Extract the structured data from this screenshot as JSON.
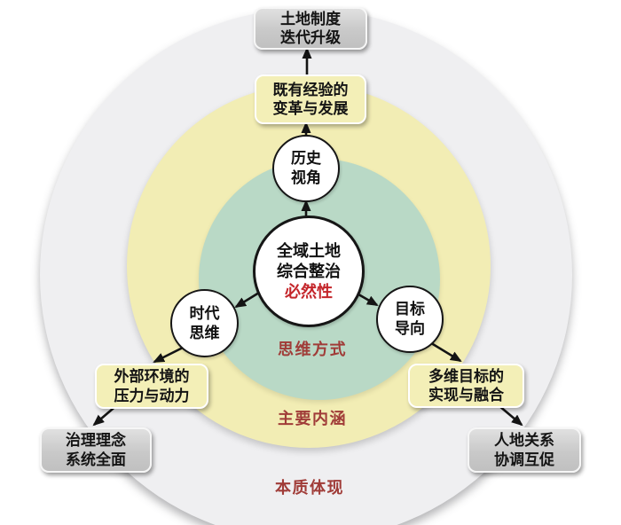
{
  "colors": {
    "outer_ring": "#efeff1",
    "middle_ring": "#f2edb4",
    "inner_ring": "#b9d9c6",
    "highlight_red": "#c4262b",
    "ring_label_red": "#a03c38",
    "yellow_box": "#f3efb7",
    "gray_box": "#c9c9c9",
    "arrow_color": "#141414"
  },
  "center_circle": {
    "line1": "全域土地",
    "line2": "综合整治",
    "line3": "必然性"
  },
  "satellites": {
    "top": {
      "line1": "历史",
      "line2": "视角"
    },
    "left": {
      "line1": "时代",
      "line2": "思维"
    },
    "right": {
      "line1": "目标",
      "line2": "导向"
    }
  },
  "yellow_boxes": {
    "top": {
      "line1": "既有经验的",
      "line2": "变革与发展"
    },
    "left": {
      "line1": "外部环境的",
      "line2": "压力与动力"
    },
    "right": {
      "line1": "多维目标的",
      "line2": "实现与融合"
    }
  },
  "gray_boxes": {
    "top": {
      "line1": "土地制度",
      "line2": "迭代升级"
    },
    "left": {
      "line1": "治理理念",
      "line2": "系统全面"
    },
    "right": {
      "line1": "人地关系",
      "line2": "协调互促"
    }
  },
  "ring_labels": {
    "inner": "思维方式",
    "middle": "主要内涵",
    "outer": "本质体现"
  },
  "arrows": [
    {
      "from": "center-circle",
      "to": "history-circle"
    },
    {
      "from": "history-circle",
      "to": "yellow-box-top"
    },
    {
      "from": "yellow-box-top",
      "to": "gray-box-top"
    },
    {
      "from": "center-circle",
      "to": "era-circle"
    },
    {
      "from": "era-circle",
      "to": "yellow-box-left"
    },
    {
      "from": "yellow-box-left",
      "to": "gray-box-left"
    },
    {
      "from": "center-circle",
      "to": "goal-circle"
    },
    {
      "from": "goal-circle",
      "to": "yellow-box-right"
    },
    {
      "from": "yellow-box-right",
      "to": "gray-box-right"
    }
  ]
}
